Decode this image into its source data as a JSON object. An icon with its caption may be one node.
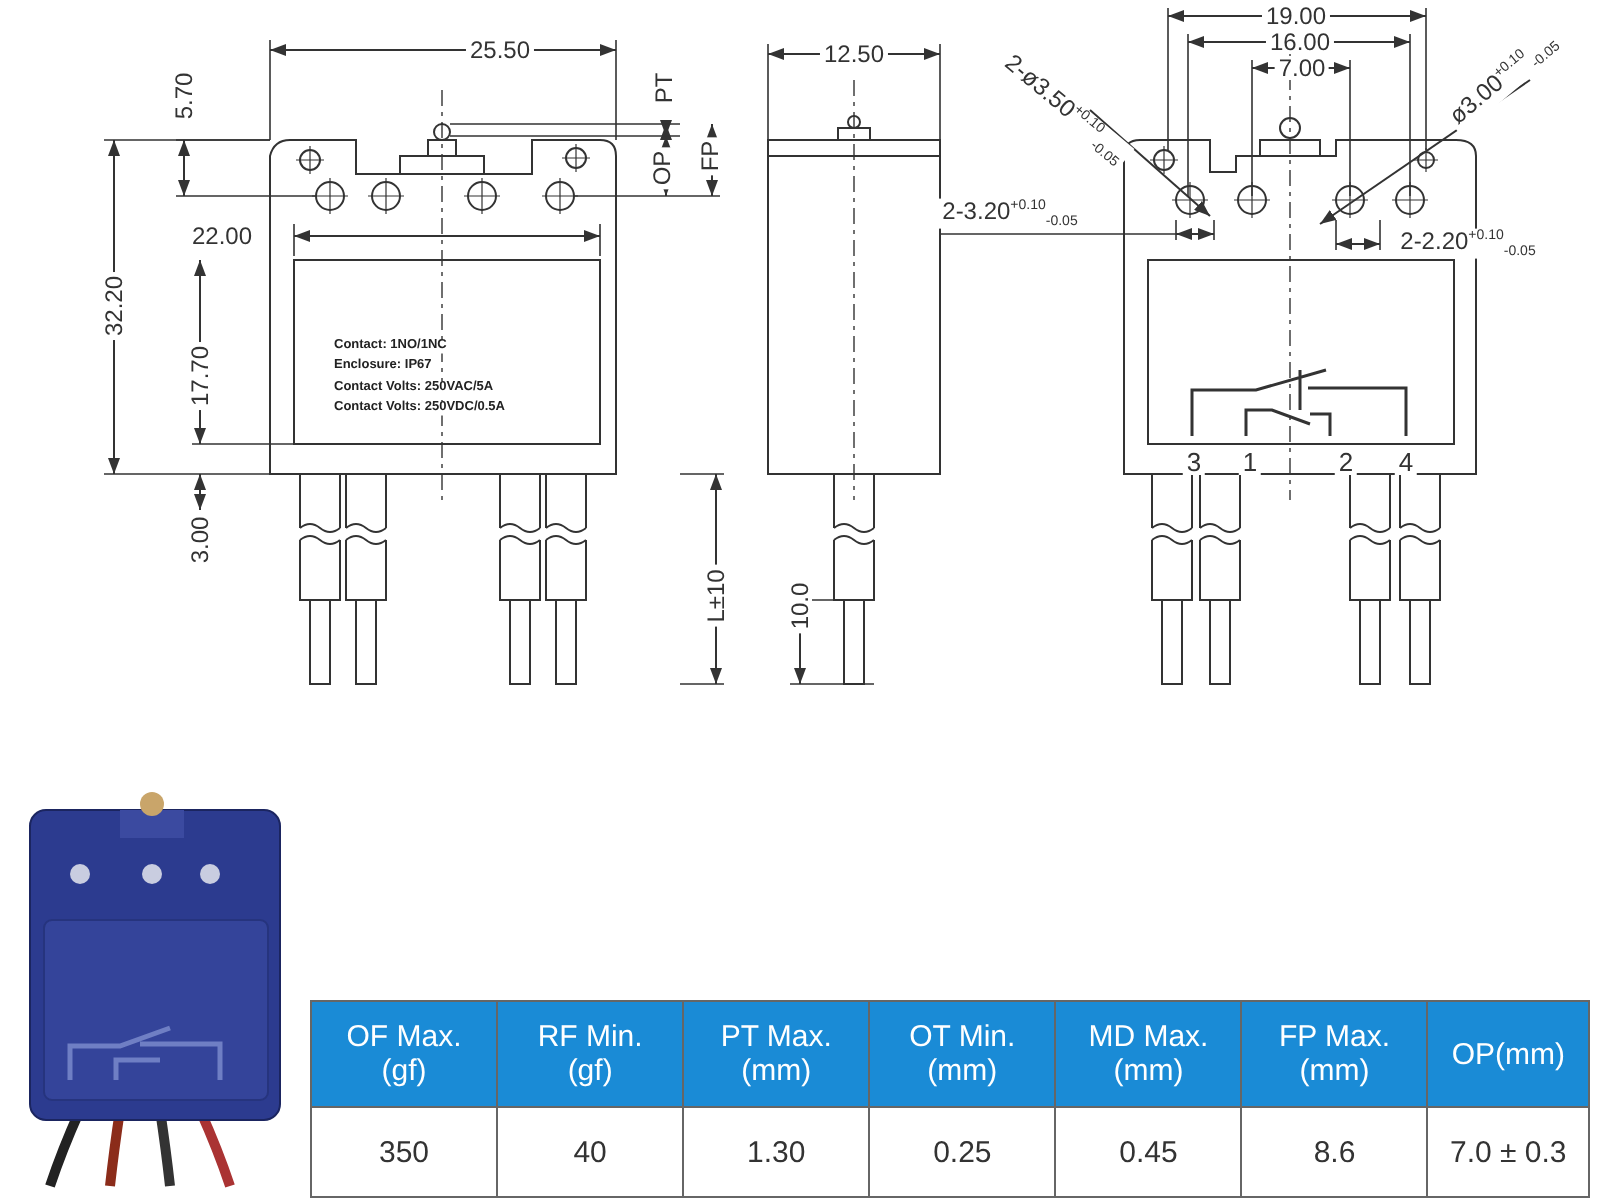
{
  "diagram": {
    "labels": [
      "25.50",
      "5.70",
      "PT",
      "OP",
      "FP",
      "22.00",
      "32.20",
      "17.70",
      "Contact: 1NO/1NC",
      "Enclosure: IP67",
      "Contact Volts: 250VAC/5A",
      "Contact Volts: 250VDC/0.5A",
      "3.00",
      "12.50",
      "L±10",
      "10.0",
      "19.00",
      "16.00",
      "7.00",
      "2-ø3.50$^{+0.10}$$_{-0.05}$",
      "ø3.00$^{+0.10}$$_{-0.05}$",
      "2-3.20$^{+0.10}$$_{-0.05}$",
      "2-2.20$^{+0.10}$$_{-0.05}$",
      "3",
      "1",
      "2",
      "4",
      "OF Max. (gf)",
      "RF Min. (gf)",
      "PT Max. (mm)",
      "OT Min. (mm)",
      "MD Max. (mm)",
      "FP Max. (mm)",
      "OP(mm)",
      "350",
      "40",
      "1.30",
      "0.25",
      "0.45",
      "8.6",
      "7.0 ± 0.3"
    ]
  }
}
